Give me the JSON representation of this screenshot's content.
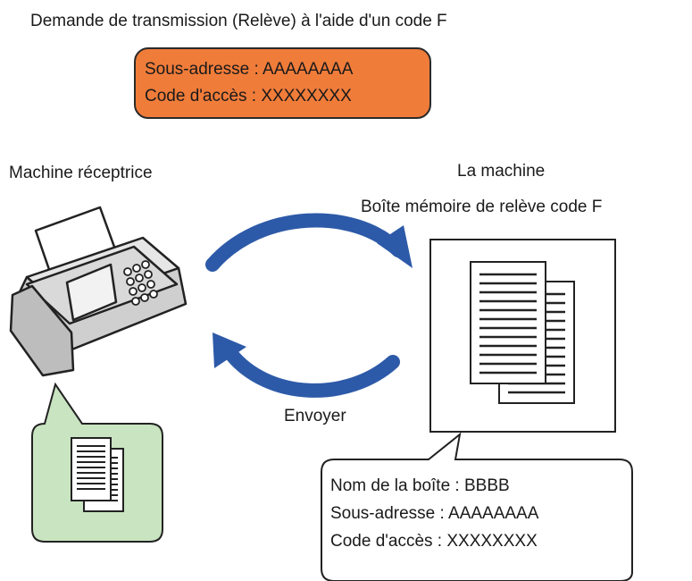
{
  "title": "Demande de transmission (Relève) à l'aide d'un code F",
  "request_box": {
    "line1": "Sous-adresse : AAAAAAAA",
    "line2": "Code d'accès : XXXXXXXX",
    "fill_color": "#f07c3a"
  },
  "left_machine": {
    "label": "Machine réceptrice",
    "icon": "fax-machine-icon"
  },
  "right_machine": {
    "label": "La machine",
    "box_label": "Boîte mémoire de relève code F"
  },
  "send_label": "Envoyer",
  "received_doc_bubble": {
    "fill_color": "#c9e4c0",
    "icon": "document-stack-icon"
  },
  "box_info": {
    "line1": "Nom de la boîte : BBBB",
    "line2": "Sous-adresse : AAAAAAAA",
    "line3": "Code d'accès : XXXXXXXX"
  },
  "arrow_color": "#2d5aa8"
}
